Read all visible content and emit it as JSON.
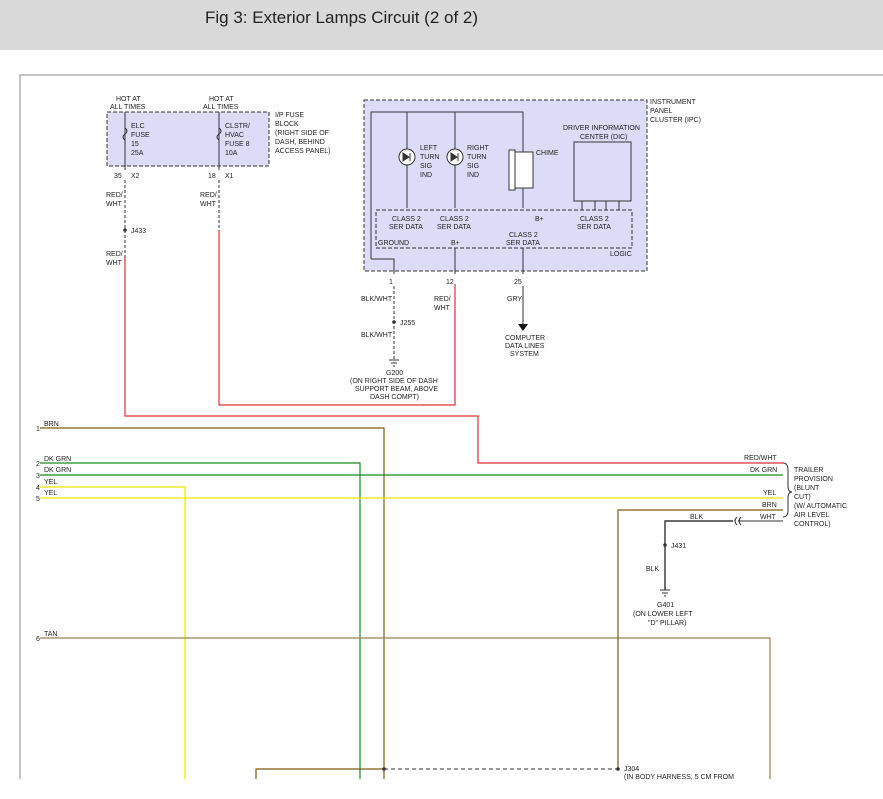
{
  "header": {
    "title": "Fig 3: Exterior Lamps Circuit (2 of 2)"
  },
  "fuse_block": {
    "hot_left": [
      "HOT AT",
      "ALL TIMES"
    ],
    "hot_right": [
      "HOT AT",
      "ALL TIMES"
    ],
    "label": [
      "I/P FUSE",
      "BLOCK",
      "(RIGHT SIDE OF",
      "DASH, BEHIND",
      "ACCESS PANEL)"
    ],
    "fuse_left": [
      "ELC",
      "FUSE",
      "15",
      "25A"
    ],
    "fuse_right": [
      "CLSTR/",
      "HVAC",
      "FUSE 8",
      "10A"
    ],
    "pin_left": "35",
    "conn_left": "X2",
    "pin_right": "18",
    "conn_right": "X1"
  },
  "ipc": {
    "label": [
      "INSTRUMENT",
      "PANEL",
      "CLUSTER (IPC)"
    ],
    "left_turn": [
      "LEFT",
      "TURN",
      "SIG",
      "IND"
    ],
    "right_turn": [
      "RIGHT",
      "TURN",
      "SIG",
      "IND"
    ],
    "chime": "CHIME",
    "dic": [
      "DRIVER INFORMATION",
      "CENTER (DIC)"
    ],
    "logic": {
      "sd1": [
        "CLASS 2",
        "SER DATA"
      ],
      "sd2": [
        "CLASS 2",
        "SER DATA"
      ],
      "bplus_top": "B+",
      "sd3": [
        "CLASS 2",
        "SER DATA"
      ],
      "sd4": [
        "CLASS 2",
        "SER DATA"
      ],
      "ground": "GROUND",
      "bplus_bottom": "B+",
      "logic": "LOGIC"
    },
    "pins": [
      "1",
      "12",
      "25"
    ]
  },
  "wires": {
    "red_wht_1": [
      "RED/",
      "WHT"
    ],
    "red_wht_2": [
      "RED/",
      "WHT"
    ],
    "red_wht_3": [
      "RED/",
      "WHT"
    ],
    "red_wht_4": [
      "RED/",
      "WHT"
    ],
    "blk_wht_1": "BLK/WHT",
    "blk_wht_2": "BLK/WHT",
    "gry": "GRY",
    "blk_1": "BLK",
    "blk_2": "BLK",
    "wht": "WHT"
  },
  "splices": {
    "j433": "J433",
    "j255": "J255",
    "j431": "J431",
    "j304": "J304"
  },
  "grounds": {
    "g200": [
      "G200",
      "(ON RIGHT SIDE OF DASH",
      "SUPPORT BEAM, ABOVE",
      "DASH COMPT)"
    ],
    "g401": [
      "G401",
      "(ON LOWER LEFT",
      "\"D\" PILLAR)"
    ]
  },
  "computer_data": [
    "COMPUTER",
    "DATA LINES",
    "SYSTEM"
  ],
  "left_wires": [
    {
      "pin": "1",
      "color": "BRN"
    },
    {
      "pin": "2",
      "color": "DK GRN"
    },
    {
      "pin": "3",
      "color": "DK GRN"
    },
    {
      "pin": "4",
      "color": "YEL"
    },
    {
      "pin": "5",
      "color": "YEL"
    },
    {
      "pin": "6",
      "color": "TAN"
    }
  ],
  "trailer": {
    "wire_labels": [
      "RED/WHT",
      "DK GRN",
      "YEL",
      "BRN"
    ],
    "label": [
      "TRAILER",
      "PROVISION",
      "(BLUNT",
      "CUT)",
      "(W/ AUTOMATIC",
      "AIR LEVEL",
      "CONTROL)"
    ]
  },
  "j304_label": [
    "(IN BODY HARNESS, 5 CM FROM"
  ],
  "colors": {
    "brn": "#7a5c12",
    "dkgrn": "#1a8a1a",
    "yel": "#e8e800",
    "red": "#e03030",
    "tan": "#9a8050",
    "blk": "#111111",
    "gry": "#777777",
    "ipc_fill": "#dcdcf8"
  }
}
